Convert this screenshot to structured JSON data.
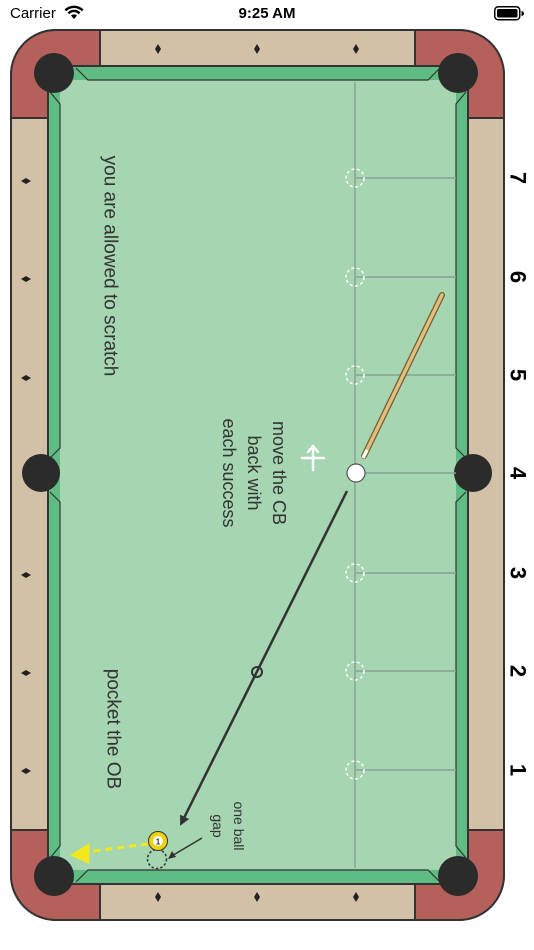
{
  "status_bar": {
    "carrier": "Carrier",
    "time": "9:25 AM"
  },
  "table": {
    "rail_numbers": [
      "7",
      "6",
      "5",
      "4",
      "3",
      "2",
      "1"
    ],
    "instructions": {
      "scratch_note": "you are allowed to scratch",
      "pocket_note": "pocket the OB",
      "move_cb_line1": "move the CB",
      "move_cb_line2": "back with",
      "move_cb_line3": "each success",
      "gap_line1": "one ball",
      "gap_line2": "gap",
      "object_ball_number": "1"
    },
    "colors": {
      "felt": "#a5d5b1",
      "cushion": "#5fbd83",
      "rail_wood": "#d2c0a7",
      "corner": "#b5605a",
      "pocket": "#2b2b2b"
    }
  }
}
